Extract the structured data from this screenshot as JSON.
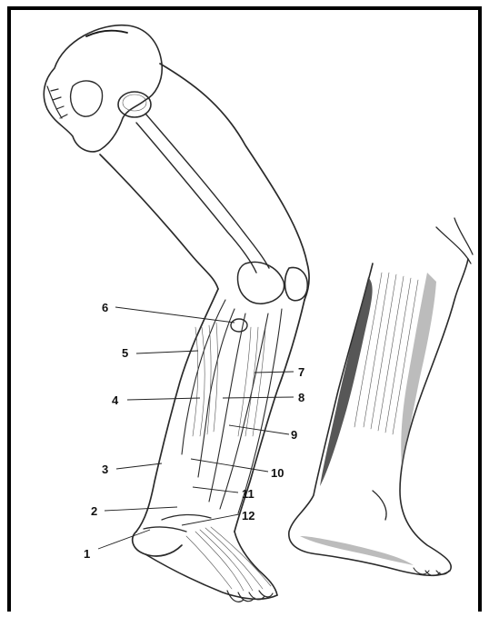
{
  "callouts": [
    {
      "id": "1",
      "label": "1"
    },
    {
      "id": "2",
      "label": "2"
    },
    {
      "id": "3",
      "label": "3"
    },
    {
      "id": "4",
      "label": "4"
    },
    {
      "id": "5",
      "label": "5"
    },
    {
      "id": "6",
      "label": "6"
    },
    {
      "id": "7",
      "label": "7"
    },
    {
      "id": "8",
      "label": "8"
    },
    {
      "id": "9",
      "label": "9"
    },
    {
      "id": "10",
      "label": "10"
    },
    {
      "id": "11",
      "label": "11"
    },
    {
      "id": "12",
      "label": "12"
    }
  ],
  "colors": {
    "ink": "#2a2a2a",
    "border": "#000000",
    "background": "#ffffff"
  }
}
